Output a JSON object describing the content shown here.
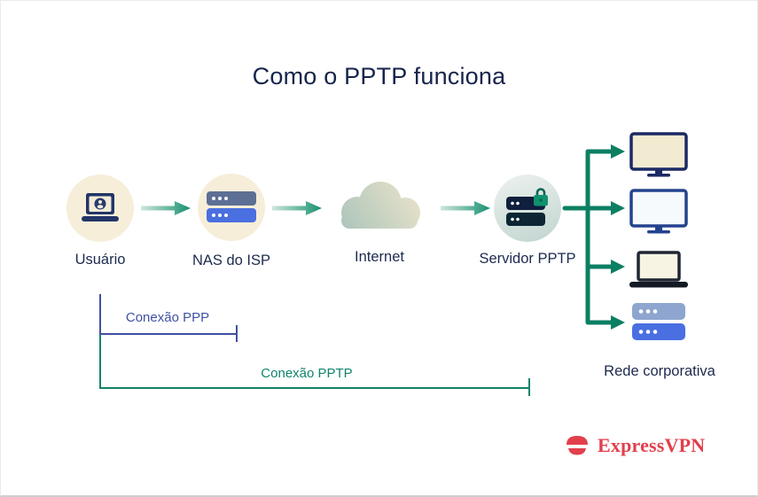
{
  "title": "Como o PPTP funciona",
  "diagram": {
    "nodes": [
      {
        "id": "usuario",
        "label": "Usuário",
        "icon": "laptop-user-icon"
      },
      {
        "id": "nas",
        "label": "NAS do ISP",
        "icon": "router-icon"
      },
      {
        "id": "internet",
        "label": "Internet",
        "icon": "cloud-icon"
      },
      {
        "id": "servidor",
        "label": "Servidor PPTP",
        "icon": "server-lock-icon"
      }
    ],
    "flow_direction": "left-to-right",
    "corporate_network": {
      "label": "Rede corporativa",
      "devices": [
        "desktop-monitor",
        "desktop-monitor",
        "laptop",
        "server-rack"
      ]
    },
    "brackets": [
      {
        "id": "ppp",
        "label": "Conexão PPP",
        "color": "#3f51a3",
        "spans": [
          "usuario",
          "nas"
        ]
      },
      {
        "id": "pptp",
        "label": "Conexão PPTP",
        "color": "#11836b",
        "spans": [
          "usuario",
          "servidor"
        ]
      }
    ]
  },
  "branding": {
    "logo_text": "ExpressVPN",
    "color": "#e23f4c"
  },
  "colors": {
    "title_navy": "#16244c",
    "arrow_green": "#11836b",
    "node_circle_cream": "#f6eed9",
    "device_blue": "#4a6fe0",
    "lock_green": "#10926f"
  }
}
